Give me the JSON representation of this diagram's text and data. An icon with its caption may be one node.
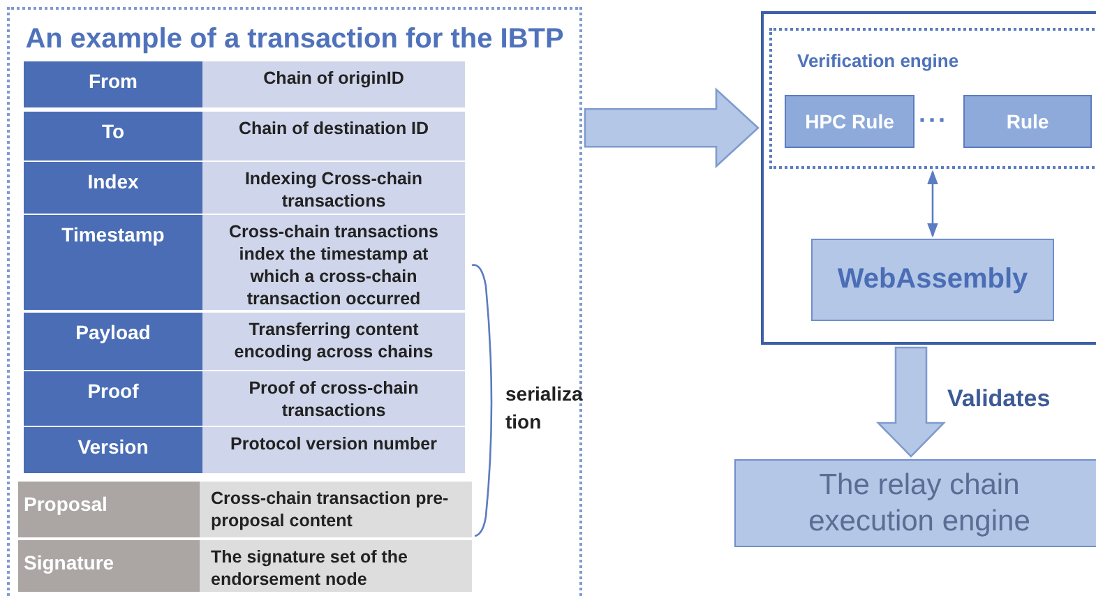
{
  "diagram": {
    "nodes": [
      {
        "text": [
          "An example of a transaction for the IBTP"
        ]
      },
      {
        "text": [
          "From"
        ],
        "in": 0
      },
      {
        "text": [
          "Chain of originID"
        ],
        "in": 0
      },
      {
        "text": [
          "To"
        ],
        "in": 0
      },
      {
        "text": [
          "Chain of destination ID"
        ],
        "in": 0
      },
      {
        "text": [
          "Index"
        ],
        "in": 0
      },
      {
        "text": [
          "Indexing Cross-chain transactions"
        ],
        "in": 0
      },
      {
        "text": [
          "Timestamp"
        ],
        "in": 0
      },
      {
        "text": [
          "Cross-chain transactions index the timestamp at which a cross-chain transaction occurred"
        ],
        "in": 0
      },
      {
        "text": [
          "Payload"
        ],
        "in": 0
      },
      {
        "text": [
          "Transferring content encoding across chains"
        ],
        "in": 0
      },
      {
        "text": [
          "Proof"
        ],
        "in": 0
      },
      {
        "text": [
          "Proof of cross-chain transactions"
        ],
        "in": 0
      },
      {
        "text": [
          "Version"
        ],
        "in": 0
      },
      {
        "text": [
          "Protocol version number"
        ],
        "in": 0
      },
      {
        "text": [
          "Proposal"
        ],
        "in": 0
      },
      {
        "text": [
          "Cross-chain transaction pre-proposal content"
        ],
        "in": 0
      },
      {
        "text": [
          "Signature"
        ],
        "in": 0
      },
      {
        "text": [
          "The signature set of the endorsement node"
        ],
        "in": 0
      },
      {
        "text": [],
        "shape": "box"
      },
      {
        "text": [
          "Verification engine"
        ],
        "in": 19
      },
      {
        "text": [
          "HPC Rule"
        ],
        "in": 20
      },
      {
        "text": [
          "Rule"
        ],
        "in": 20
      },
      {
        "text": [
          "WebAssembly"
        ],
        "in": 19
      },
      {
        "text": [
          "The relay chain execution engine"
        ]
      }
    ],
    "edges": [
      {
        "from": 0,
        "to": 19,
        "arrow": "to",
        "style": "thick"
      },
      {
        "from": 20,
        "to": 23,
        "arrow": "both"
      },
      {
        "from": 19,
        "to": 24,
        "arrow": "to",
        "style": "thick",
        "label": "Validates"
      }
    ],
    "labels": [
      "···",
      "serialization"
    ]
  }
}
